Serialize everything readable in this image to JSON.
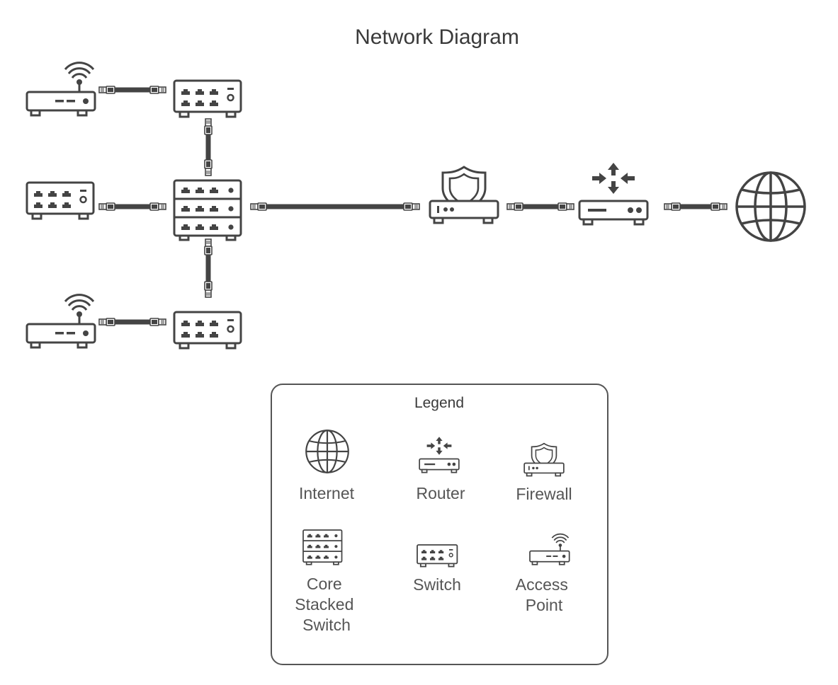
{
  "title": "Network Diagram",
  "legend": {
    "title": "Legend",
    "items": [
      {
        "icon": "internet-icon",
        "label_lines": [
          "Internet"
        ]
      },
      {
        "icon": "router-icon",
        "label_lines": [
          "Router"
        ]
      },
      {
        "icon": "firewall-icon",
        "label_lines": [
          "Firewall"
        ]
      },
      {
        "icon": "core-stacked-switch-icon",
        "label_lines": [
          "Core",
          "Stacked",
          "Switch"
        ]
      },
      {
        "icon": "switch-icon",
        "label_lines": [
          "Switch"
        ]
      },
      {
        "icon": "access-point-icon",
        "label_lines": [
          "Access",
          "Point"
        ]
      }
    ]
  },
  "nodes": [
    {
      "id": "ap-1",
      "type": "access-point"
    },
    {
      "id": "switch-1",
      "type": "switch"
    },
    {
      "id": "switch-2",
      "type": "switch"
    },
    {
      "id": "core-switch",
      "type": "core-stacked-switch"
    },
    {
      "id": "ap-2",
      "type": "access-point"
    },
    {
      "id": "switch-3",
      "type": "switch"
    },
    {
      "id": "firewall",
      "type": "firewall"
    },
    {
      "id": "router",
      "type": "router"
    },
    {
      "id": "internet",
      "type": "internet"
    }
  ],
  "links": [
    {
      "from": "ap-1",
      "to": "switch-1"
    },
    {
      "from": "switch-1",
      "to": "core-switch"
    },
    {
      "from": "switch-2",
      "to": "core-switch"
    },
    {
      "from": "core-switch",
      "to": "switch-3"
    },
    {
      "from": "ap-2",
      "to": "switch-3"
    },
    {
      "from": "core-switch",
      "to": "firewall"
    },
    {
      "from": "firewall",
      "to": "router"
    },
    {
      "from": "router",
      "to": "internet"
    }
  ],
  "colors": {
    "stroke": "#444444",
    "background": "#ffffff",
    "text": "#3a3a3a"
  }
}
